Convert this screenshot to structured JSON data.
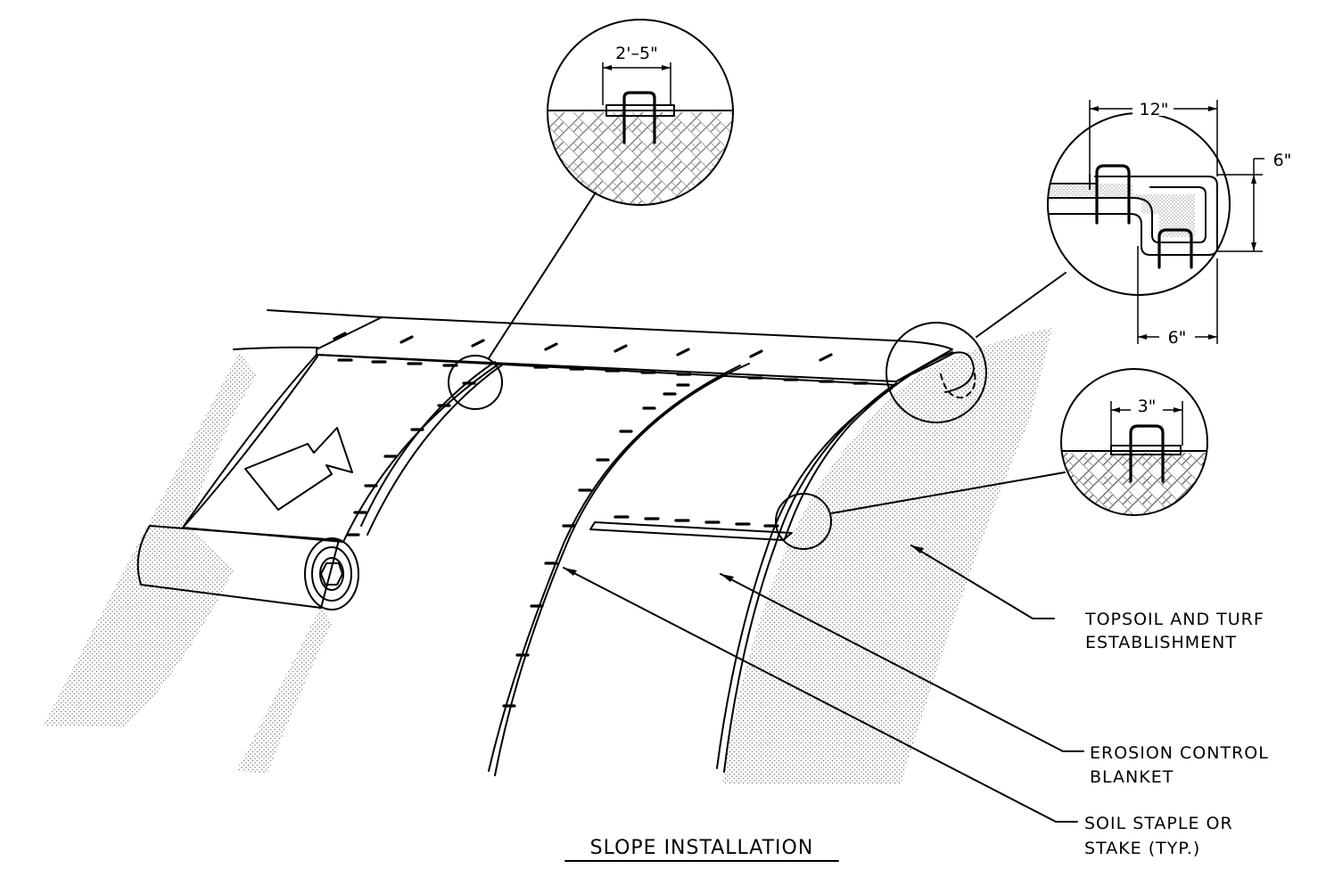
{
  "title": "SLOPE INSTALLATION",
  "labels": {
    "topsoil_line1": "TOPSOIL AND TURF",
    "topsoil_line2": "ESTABLISHMENT",
    "blanket_line1": "EROSION CONTROL",
    "blanket_line2": "BLANKET",
    "staple_line1": "SOIL STAPLE OR",
    "staple_line2": "STAKE (TYP.)"
  },
  "dimensions": {
    "overlap": "2'–5\"",
    "anchor_width": "12\"",
    "anchor_depth": "6\"",
    "anchor_step": "6\"",
    "seam_overlap": "3\""
  }
}
